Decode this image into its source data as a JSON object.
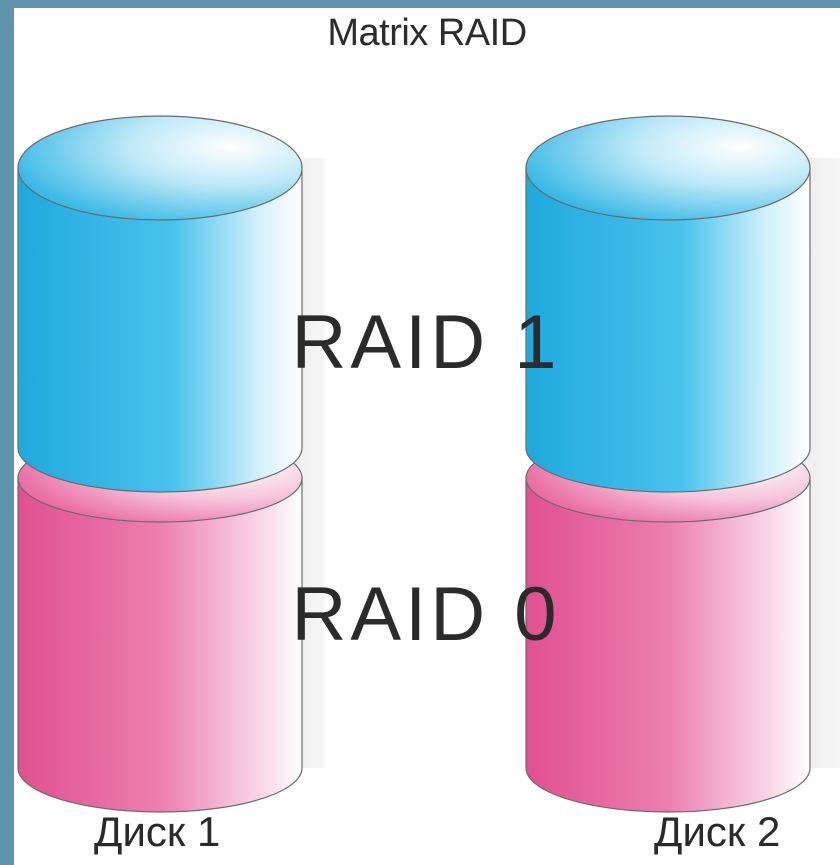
{
  "title": "Matrix RAID",
  "labels": {
    "raid1": "RAID 1",
    "raid0": "RAID 0"
  },
  "disks": [
    {
      "name": "Диск 1"
    },
    {
      "name": "Диск 2"
    }
  ],
  "colors": {
    "raid1_fill": "#39b9e6",
    "raid0_fill": "#e8669f",
    "frame": "#5f93ad"
  }
}
